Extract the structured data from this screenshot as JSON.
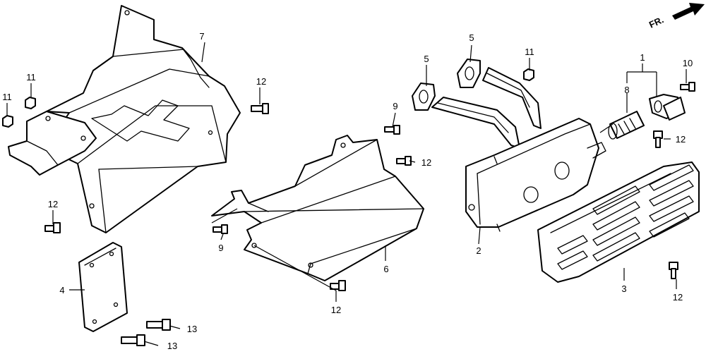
{
  "diagram": {
    "orientation_label": "FR.",
    "callouts": {
      "c1": "1",
      "c2": "2",
      "c3": "3",
      "c4": "4",
      "c5a": "5",
      "c5b": "5",
      "c6": "6",
      "c7": "7",
      "c8": "8",
      "c9a": "9",
      "c9b": "9",
      "c10": "10",
      "c11a": "11",
      "c11b": "11",
      "c11c": "11",
      "c12a": "12",
      "c12b": "12",
      "c12c": "12",
      "c12d": "12",
      "c12e": "12",
      "c12f": "12",
      "c13a": "13",
      "c13b": "13"
    }
  }
}
